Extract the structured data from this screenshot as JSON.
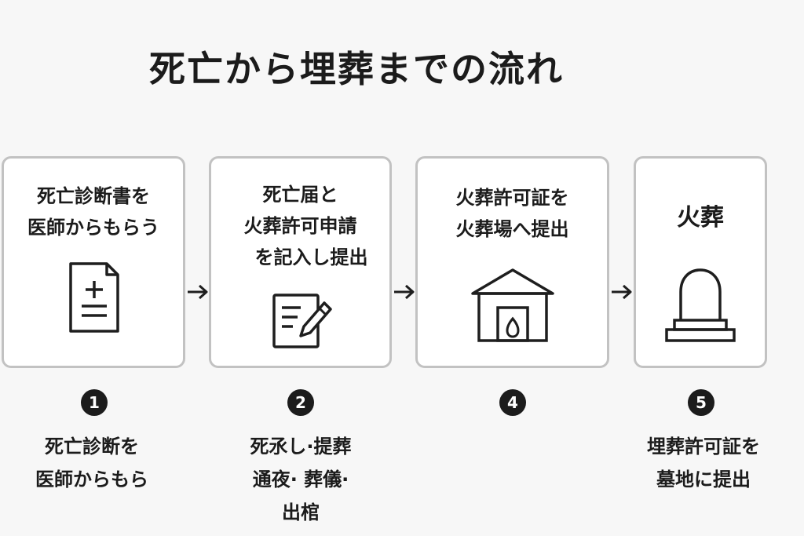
{
  "title": "死亡から埋葬までの流れ",
  "steps": [
    {
      "lines": [
        "死亡診断書を",
        "医師からもらう"
      ],
      "icon": "document-plus-minus-icon"
    },
    {
      "lines": [
        "死亡届と",
        "火葬許可申請",
        "を記入し提出"
      ],
      "icon": "document-pencil-icon"
    },
    {
      "lines": [
        "火葬許可証を",
        "火葬場へ提出"
      ],
      "icon": "crematorium-icon"
    },
    {
      "lines": [
        "火葬"
      ],
      "icon": "tombstone-icon"
    }
  ],
  "numbers": [
    "1",
    "2",
    "4",
    "5"
  ],
  "captions": [
    [
      "死亡診断を",
      "医師からもら"
    ],
    [
      "死氶し·提葬",
      "通夜· 葬儀·",
      "出棺"
    ],
    [
      "埋葬許可証を",
      "墓地に提出"
    ]
  ],
  "arrow_icon": "arrow-right-icon"
}
